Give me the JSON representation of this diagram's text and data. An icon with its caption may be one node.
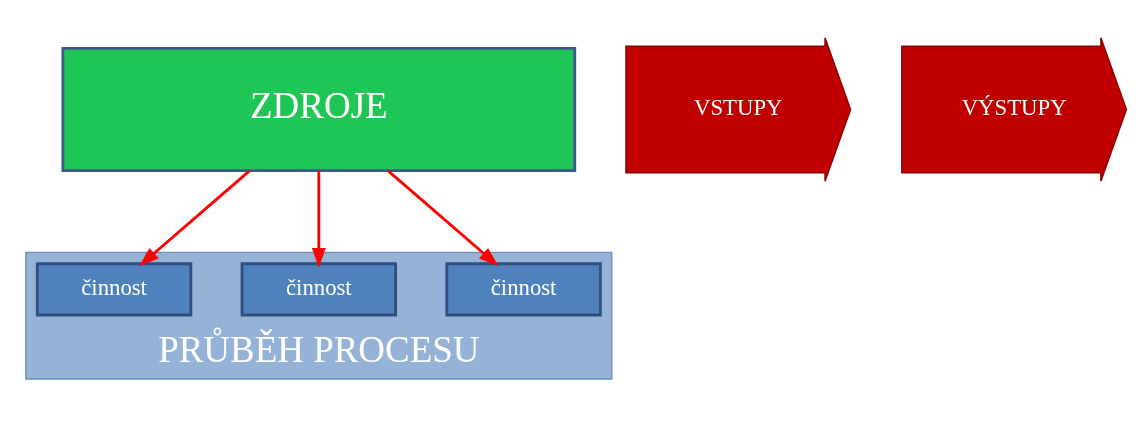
{
  "diagram": {
    "nodes": [
      {
        "text": [
          "ZDROJE"
        ]
      },
      {
        "text": [
          "VSTUPY"
        ]
      },
      {
        "text": [
          "PRŮBĚH PROCESU"
        ]
      },
      {
        "text": [
          "činnost"
        ],
        "in": 2
      },
      {
        "text": [
          "činnost"
        ],
        "in": 2
      },
      {
        "text": [
          "činnost"
        ],
        "in": 2
      },
      {
        "text": [
          "VÝSTUPY"
        ]
      }
    ],
    "edges": [
      {
        "from": 0,
        "to": 3,
        "arrow": "to"
      },
      {
        "from": 0,
        "to": 4,
        "arrow": "to"
      },
      {
        "from": 0,
        "to": 5,
        "arrow": "to"
      }
    ]
  }
}
